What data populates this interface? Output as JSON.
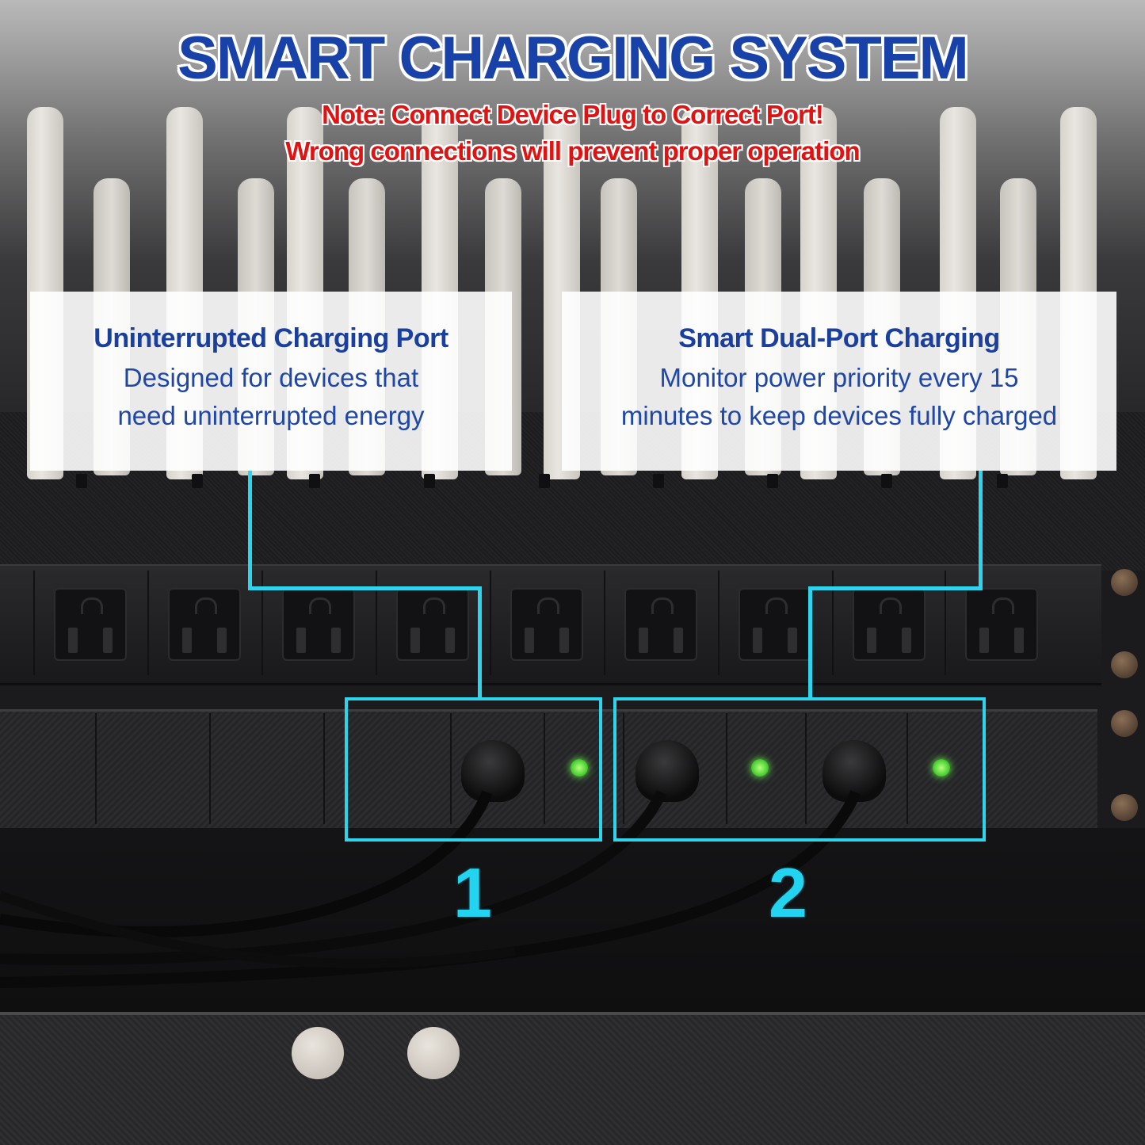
{
  "headline": "SMART CHARGING SYSTEM",
  "note": {
    "line1": "Note: Connect Device Plug to Correct Port!",
    "line2": "Wrong connections will prevent proper operation"
  },
  "left_box": {
    "title": "Uninterrupted Charging Port",
    "line1": "Designed for devices that",
    "line2": "need uninterrupted energy"
  },
  "right_box": {
    "title": "Smart Dual-Port Charging",
    "line1": "Monitor power priority every 15",
    "line2": "minutes to keep devices fully charged"
  },
  "zones": {
    "one": "1",
    "two": "2"
  },
  "colors": {
    "headline": "#1942a8",
    "note": "#e01313",
    "box_title": "#1a3f9c",
    "box_text": "#1f47a8",
    "highlight": "#2ed3ec",
    "led": "#55d63a"
  },
  "icons": {
    "outlet": "nema-5-15-outlet-icon",
    "plug": "power-plug-icon",
    "led": "status-led-icon"
  }
}
